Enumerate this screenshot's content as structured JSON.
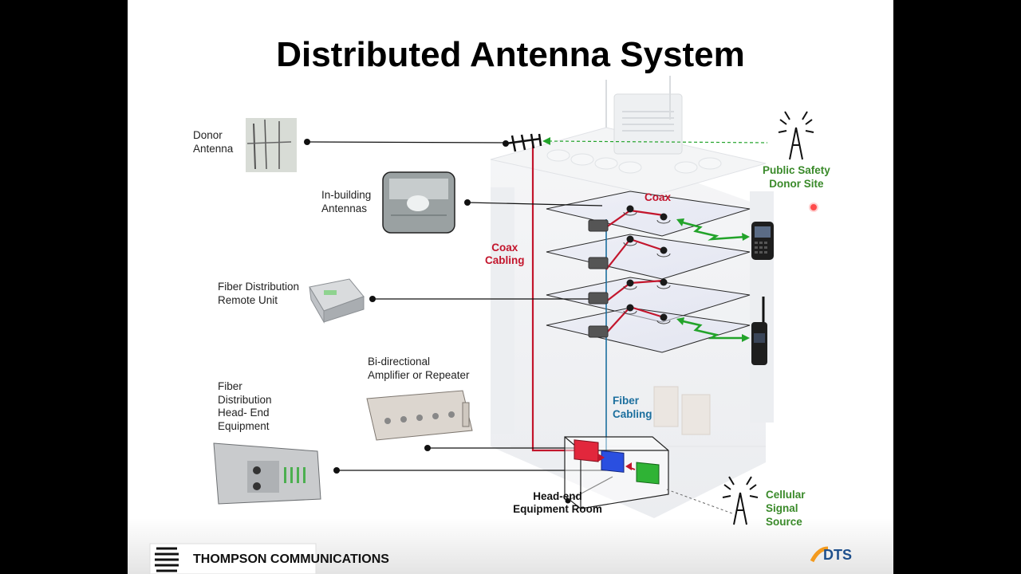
{
  "slide": {
    "title": "Distributed Antenna System",
    "labels": {
      "donor_antenna": "Donor\nAntenna",
      "in_building_antennas": "In-building\nAntennas",
      "fiber_remote_unit": "Fiber Distribution\nRemote Unit",
      "bidirectional_amp": "Bi-directional\nAmplifier or Repeater",
      "fiber_head_end": "Fiber\nDistribution\nHead- End\nEquipment",
      "public_safety": "Public Safety\nDonor Site",
      "cellular_source": "Cellular\nSignal\nSource",
      "coax": "Coax",
      "coax_cabling": "Coax\nCabling",
      "fiber_cabling": "Fiber\nCabling",
      "head_end_room": "Head-end\nEquipment Room"
    },
    "colors": {
      "coax": "#c3152c",
      "fiber": "#1c6f9e",
      "wireless": "#22a32a",
      "site_label": "#3a8a2a"
    },
    "logos": {
      "left": "THOMPSON COMMUNICATIONS",
      "right": "DTS"
    }
  }
}
